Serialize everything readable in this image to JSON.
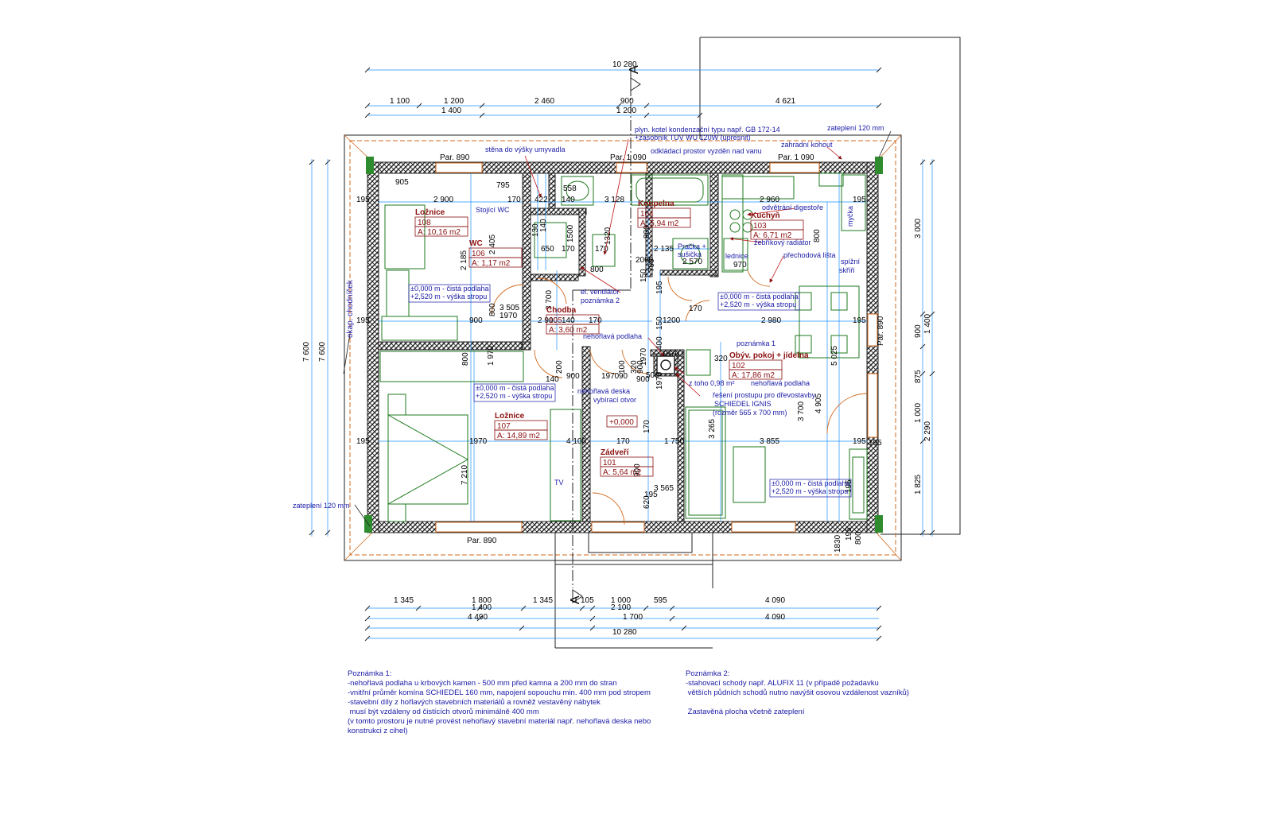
{
  "dimensions": {
    "top_total": "10 280",
    "top_row1": [
      "1 100",
      "1 200",
      "2 460",
      "900",
      "4 621"
    ],
    "top_row2": [
      "1 400",
      "1 200"
    ],
    "bottom_row1": [
      "1 345",
      "1 800",
      "1 345",
      "105",
      "1 000",
      "595",
      "4 090"
    ],
    "bottom_row2": [
      "1 400",
      "2 100"
    ],
    "bottom_row3": [
      "4 490",
      "1 700",
      "4 090"
    ],
    "bottom_total": "10 280",
    "left_total_a": "7 600",
    "left_total_b": "7 600",
    "right_a": [
      "3 000",
      "900",
      "875",
      "1 000",
      "1 825"
    ],
    "right_b": [
      "1 400",
      "2 290"
    ],
    "interior": [
      "905",
      "795",
      "2 900",
      "170",
      "422",
      "3 128",
      "558",
      "140",
      "2 960",
      "195",
      "195",
      "195",
      "195",
      "195",
      "195",
      "2 405",
      "130",
      "140",
      "1500",
      "1320",
      "650",
      "170",
      "170",
      "800",
      "2000",
      "800",
      "2 135",
      "2 570",
      "970",
      "800",
      "2 185",
      "3 505",
      "800",
      "1970",
      "900",
      "2 900",
      "140",
      "170",
      "1200",
      "2 980",
      "170",
      "3 700",
      "800",
      "1 970",
      "140",
      "200",
      "900",
      "1970",
      "90",
      "100",
      "900",
      "1970",
      "320",
      "500",
      "900",
      "1970",
      "4 100",
      "170",
      "1 750",
      "170",
      "3 265",
      "3 855",
      "3 700",
      "4 905",
      "5 025",
      "7 210",
      "3 565",
      "620",
      "195",
      "800",
      "195",
      "195",
      "1830",
      "195",
      "195",
      "150",
      "150",
      "700",
      "1970",
      "1970",
      "400",
      "320",
      "900",
      "190"
    ]
  },
  "rooms": [
    {
      "name": "Ložnice",
      "number": "108",
      "area": "A: 10,16 m2"
    },
    {
      "name": "WC",
      "number": "106",
      "area": "A: 1,17 m2"
    },
    {
      "name": "Koupelna",
      "number": "104",
      "area": "A: 5,94 m2"
    },
    {
      "name": "Kuchyň",
      "number": "103",
      "area": "A: 6,71 m2"
    },
    {
      "name": "Chodba",
      "number": "105",
      "area": "A: 3,60 m2"
    },
    {
      "name": "Obýv. pokoj + jídelna",
      "number": "102",
      "area": "A: 17,86 m2"
    },
    {
      "name": "Ložnice",
      "number": "107",
      "area": "A: 14,89 m2"
    },
    {
      "name": "Zádveří",
      "number": "101",
      "area": "A: 5,64 m2"
    }
  ],
  "level_tag": "+0,000",
  "floor_labels": [
    "±0,000 m - čistá podlaha",
    "+2,520 m - výška stropu"
  ],
  "annotations": {
    "par_890_top": "Par. 890",
    "par_1090_a": "Par. 1 090",
    "par_1090_b": "Par. 1 090",
    "par_890_right": "Par. 890",
    "par_890_bottom": "Par. 890",
    "stena": "stěna do výšky umyvadla",
    "kotel1": "plyn. kotel kondenzační typu např. GB 172-14",
    "kotel2": "+zásobník TUV WU 120W (upřesnit)",
    "odkladaci": "odkládací prostor vyzděn nad vanu",
    "zateplени_tr": "zateplení 120 mm",
    "zateplени_bl": "zateplení 120 mm",
    "kohout": "zahradní kohout",
    "digestor": "odvětrání digestoře",
    "radiator": "žebříkový radiátor",
    "lista": "přechodová lišta",
    "stojici_wc": "Stojící WC",
    "pracka": "Pračka +",
    "susicka": "sušička",
    "lednice": "lednice",
    "spizni1": "spížní",
    "spizni2": "skříň",
    "mycka": "myčka",
    "ventilator1": "el. ventilátor",
    "ventilator2": "poznámka 2",
    "nehorlava1": "nehořlavá podlaha",
    "poznamka1": "poznámka 1",
    "ztoho": "z toho 0,98 m²",
    "nehorlava2": "nehořlavá podlaha",
    "deska": "nehořlavá deska",
    "vybiraci": "vybírací otvor",
    "reseni1": "řešení prostupu pro dřevostavby",
    "reseni2": "SCHIEDEL IGNIS",
    "reseni3": "(rozměr 565 x 700 mm)",
    "chodnicek": "okap. chodníček",
    "section_mark": "A",
    "tv": "TV"
  },
  "notes_left": "Poznámka 1:\n-nehořlavá podlaha u krbových kamen - 500 mm před kamna a 200 mm do stran\n-vnitřní průměr komína SCHIEDEL 160 mm, napojení sopouchu min. 400 mm pod stropem\n-stavební díly z hořlavých stavebních materiálů a rovněž vestavěný nábytek\n musí být vzdáleny od čistících otvorů minimálně 400 mm\n(v tomto prostoru je nutné provést nehořlavý stavební materiál např. nehořlavá deska nebo\nkonstrukci z cihel)",
  "notes_right": "Poznámka 2:\n-stahovací schody např. ALUFIX 11 (v případě požadavku\n větších půdních schodů nutno navýšit osovou vzdálenost vazníků)\n\n Zastavěná plocha včetně zateplení",
  "colors": {
    "wall_hatch": "#333333",
    "accent_red": "#8b1010",
    "text_blue": "#1a1aa6",
    "furniture_green": "#1e7a1e",
    "dim_cyan": "#1e90ff",
    "eave_orange": "#d2691e"
  }
}
